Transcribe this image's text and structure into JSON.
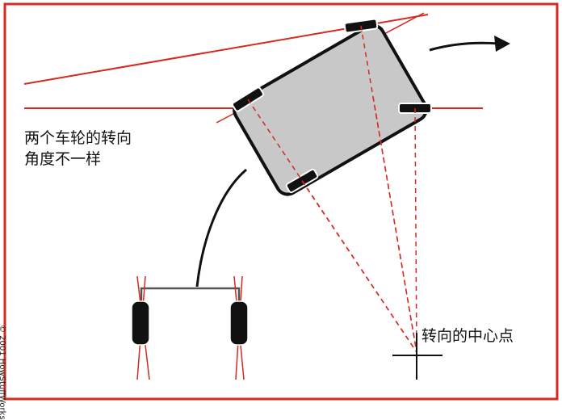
{
  "text": {
    "angle_note_line1": "两个车轮的转向",
    "angle_note_line2": "角度不一样",
    "turning_center_label": "转向的中心点",
    "copyright": "© 2001 HowStuffWorks"
  },
  "colors": {
    "frame_border": "#d42a20",
    "guide_line": "#d42a20",
    "car_body": "#c8c8c8",
    "outline": "#111111",
    "tire": "#111111"
  },
  "icons": {
    "arrow": "path-arrow-icon",
    "crosshair": "turning-center-crosshair"
  }
}
